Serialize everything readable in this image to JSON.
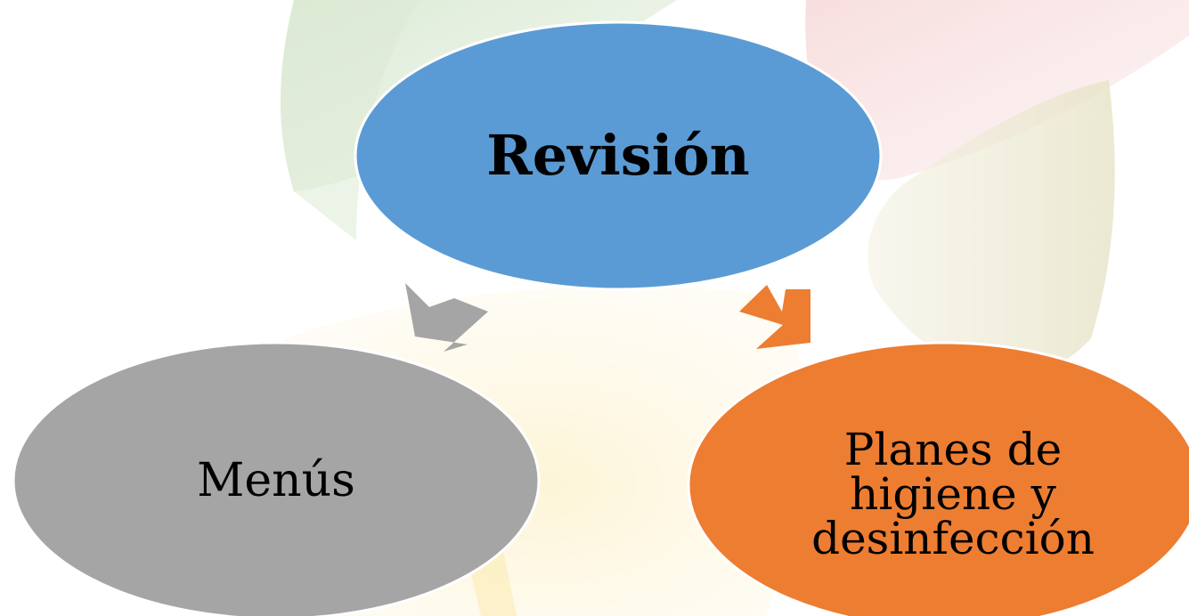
{
  "diagram": {
    "nodes": [
      {
        "id": "revision",
        "label": "Revisión",
        "color": "#5b9bd5"
      },
      {
        "id": "menus",
        "label": "Menús",
        "color": "#a5a5a5"
      },
      {
        "id": "planes",
        "label_lines": [
          "Planes de",
          "higiene y",
          "desinfección"
        ],
        "color": "#ed7d31"
      }
    ],
    "arrows": [
      {
        "from": "revision",
        "to": "menus",
        "color": "#a5a5a5"
      },
      {
        "from": "revision",
        "to": "planes",
        "color": "#ed7d31"
      }
    ]
  }
}
